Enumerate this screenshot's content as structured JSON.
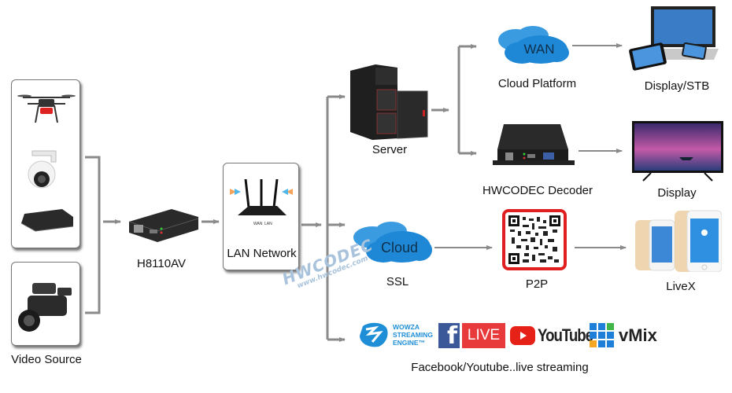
{
  "nodes": {
    "video_source": {
      "label": "Video Source",
      "devices": [
        "drone",
        "ptz-camera",
        "set-top-box",
        "camcorder"
      ]
    },
    "encoder": {
      "label": "H8110AV"
    },
    "lan": {
      "label": "LAN Network",
      "port_labels": [
        "WAN",
        "LAN"
      ]
    },
    "server": {
      "label": "Server"
    },
    "cloud_platform": {
      "label": "Cloud Platform",
      "cloud_text": "WAN"
    },
    "display_stb": {
      "label": "Display/STB"
    },
    "decoder": {
      "label": "HWCODEC Decoder"
    },
    "display": {
      "label": "Display"
    },
    "ssl": {
      "label": "SSL",
      "cloud_text": "Cloud"
    },
    "p2p": {
      "label": "P2P"
    },
    "livex": {
      "label": "LiveX"
    },
    "streaming": {
      "label": "Facebook/Youtube..live streaming",
      "wowza": [
        "WOWZA",
        "STREAMING",
        "ENGINE™"
      ],
      "facebook_live": "LIVE",
      "youtube": "YouTube",
      "vmix": "vMix"
    }
  },
  "watermark": {
    "brand": "HWCODEC",
    "url": "www.hwcodec.com"
  },
  "colors": {
    "wire": "#8a8a8a",
    "cloud": "#2f8fd6",
    "qr_frame": "#e02020",
    "facebook": "#3b5998",
    "live_red": "#e83a3a",
    "youtube_red": "#e62117",
    "wowza": "#1e8fd6"
  }
}
